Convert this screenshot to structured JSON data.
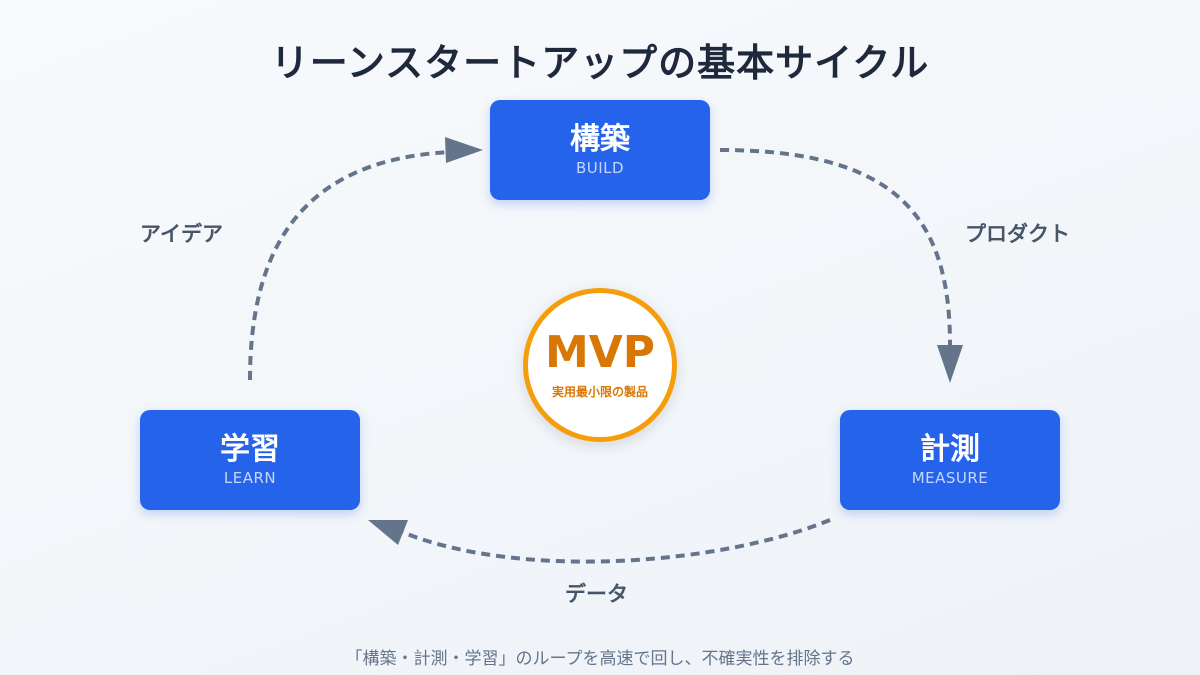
{
  "title": "リーンスタートアップの基本サイクル",
  "nodes": {
    "build": {
      "jp": "構築",
      "en": "BUILD"
    },
    "measure": {
      "jp": "計測",
      "en": "MEASURE"
    },
    "learn": {
      "jp": "学習",
      "en": "LEARN"
    }
  },
  "edges": {
    "idea": "アイデア",
    "product": "プロダクト",
    "data": "データ"
  },
  "center": {
    "main": "MVP",
    "sub": "実用最小限の製品"
  },
  "footer": "「構築・計測・学習」のループを高速で回し、不確実性を排除する",
  "colors": {
    "node": "#2563eb",
    "arrow": "#64748b",
    "accent": "#f59e0b"
  }
}
